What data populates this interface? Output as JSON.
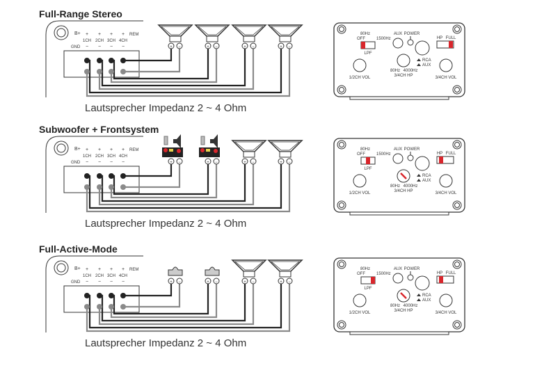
{
  "colors": {
    "wire_positive": "#222222",
    "wire_negative": "#8a8a8a",
    "switch_red": "#d9262c",
    "line": "#333333"
  },
  "terminals": {
    "bplus": "B+",
    "gnd": "GND",
    "plus": "+",
    "minus": "−",
    "rem": "REM",
    "channels": [
      "1CH",
      "2CH",
      "3CH",
      "4CH"
    ],
    "speaker_plus": "+",
    "speaker_minus": "−"
  },
  "panel": {
    "lpf_options": [
      "OFF",
      "80Hz",
      "1500Hz"
    ],
    "lpf_label": "LPF",
    "aux": "AUX",
    "power": "POWER",
    "rca": "RCA",
    "aux_in": "AUX",
    "hp_label": "HP",
    "full_label": "FULL",
    "vol12": "1/2CH  VOL",
    "vol34": "3/4CH  VOL",
    "hp_range_low": "80Hz",
    "hp_range_high": "4000Hz",
    "hp_name": "3/4CH HP"
  },
  "sections": [
    {
      "title": "Full-Range Stereo",
      "impedance": "Lautsprecher Impedanz 2 ~ 4 Ohm",
      "speakers": [
        "woofer",
        "woofer",
        "woofer",
        "woofer"
      ],
      "lpf": "OFF",
      "hp_full": "FULL",
      "hp_knob_indicator": false
    },
    {
      "title": "Subwoofer + Frontsystem",
      "impedance": "Lautsprecher Impedanz 2 ~ 4 Ohm",
      "speakers": [
        "tweeter-crossover",
        "tweeter-crossover",
        "woofer",
        "woofer"
      ],
      "lpf": "80Hz",
      "hp_full": "HP",
      "hp_knob_indicator": true
    },
    {
      "title": "Full-Active-Mode",
      "impedance": "Lautsprecher Impedanz 2 ~ 4 Ohm",
      "speakers": [
        "tweeter",
        "tweeter",
        "woofer",
        "woofer"
      ],
      "lpf": "1500Hz",
      "hp_full": "HP",
      "hp_knob_indicator": true
    }
  ]
}
